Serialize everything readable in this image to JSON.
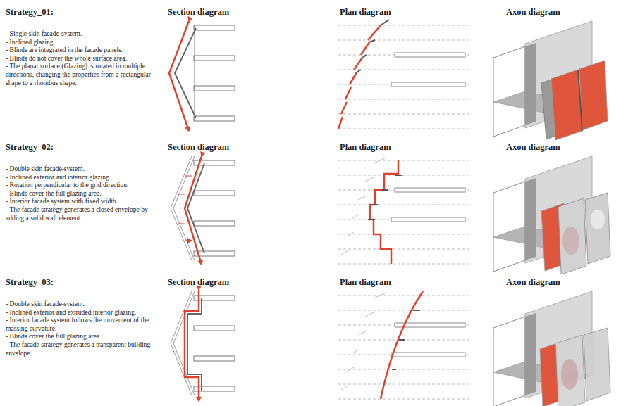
{
  "diagram": {
    "labels": [
      "Strategy_01:",
      "Section diagram",
      "Plan diagram",
      "Axon diagram",
      "- Single skin facade-system.",
      "- Inclined glazing.",
      "- Blinds are integrated in the facade panels.",
      "- Blinds do not cover the whole surface area.",
      "- The planar surface (Glazing) is rotated in multiple directions, changing the properties from a rectangular shape to a rhombus shape.",
      "Strategy_02:",
      "Section diagram",
      "Plan diagram",
      "Axon diagram",
      "- Double skin facade-system.",
      "- Inclined exterior and interior glazing.",
      "- Rotation perpendicular to the grid direction.",
      "- Blinds cover the full glazing area.",
      "- Interior facade system with fixed width.",
      "- The facade strategy generates a closed envelope by adding a solid wall element.",
      "Strategy_03:",
      "Section diagram",
      "Plan diagram",
      "Axon diagram",
      "- Double skin facade-system.",
      "- Inclined exterior and extruded interior glazing.",
      "- Interior facade system follows the movement of the massing curvature.",
      "- Blinds cover the full glazing area.",
      "- The facade strategy generates a transparent building envelope."
    ]
  }
}
